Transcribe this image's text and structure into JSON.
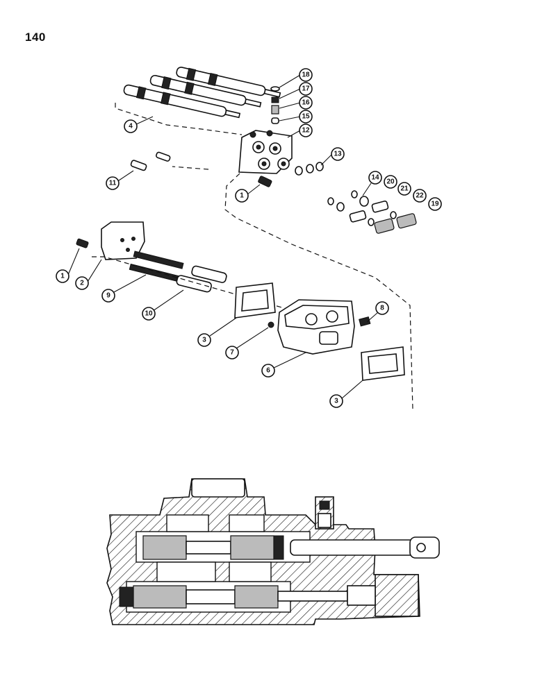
{
  "page": {
    "number": "140"
  },
  "callouts": [
    {
      "id": "18",
      "label": "18"
    },
    {
      "id": "17",
      "label": "17"
    },
    {
      "id": "16",
      "label": "16"
    },
    {
      "id": "15",
      "label": "15"
    },
    {
      "id": "12",
      "label": "12"
    },
    {
      "id": "13",
      "label": "13"
    },
    {
      "id": "4",
      "label": "4"
    },
    {
      "id": "11",
      "label": "11"
    },
    {
      "id": "1a",
      "label": "1"
    },
    {
      "id": "14",
      "label": "14"
    },
    {
      "id": "20",
      "label": "20"
    },
    {
      "id": "21",
      "label": "21"
    },
    {
      "id": "22",
      "label": "22"
    },
    {
      "id": "19",
      "label": "19"
    },
    {
      "id": "1b",
      "label": "1"
    },
    {
      "id": "2",
      "label": "2"
    },
    {
      "id": "9",
      "label": "9"
    },
    {
      "id": "10",
      "label": "10"
    },
    {
      "id": "8",
      "label": "8"
    },
    {
      "id": "3a",
      "label": "3"
    },
    {
      "id": "7",
      "label": "7"
    },
    {
      "id": "6",
      "label": "6"
    },
    {
      "id": "3b",
      "label": "3"
    }
  ]
}
